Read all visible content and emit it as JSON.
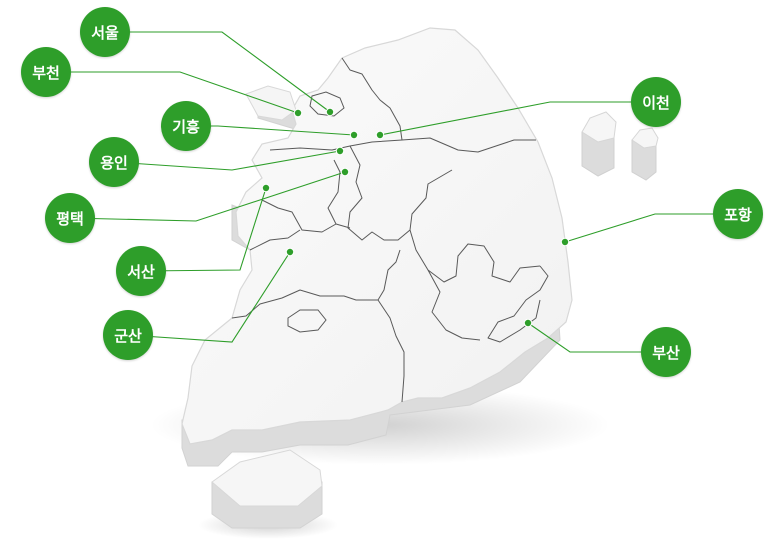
{
  "colors": {
    "accent": "#2e9e2a"
  },
  "locations": [
    {
      "name": "서울"
    },
    {
      "name": "부천"
    },
    {
      "name": "기흥"
    },
    {
      "name": "용인"
    },
    {
      "name": "평택"
    },
    {
      "name": "서산"
    },
    {
      "name": "군산"
    },
    {
      "name": "이천"
    },
    {
      "name": "포항"
    },
    {
      "name": "부산"
    }
  ]
}
